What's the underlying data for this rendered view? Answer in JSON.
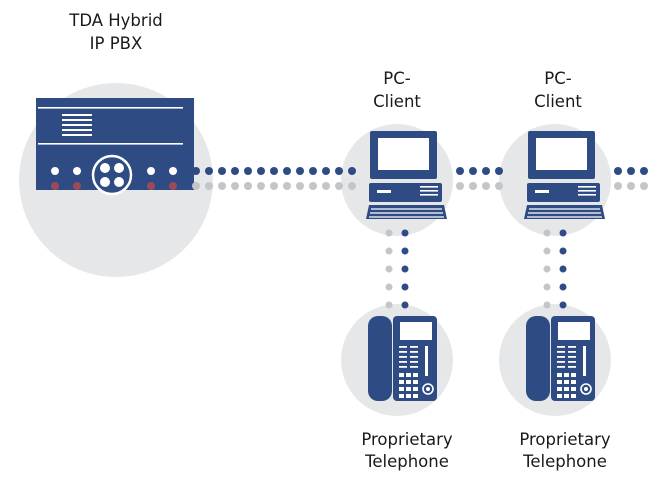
{
  "labels": {
    "pbx_line1": "TDA Hybrid",
    "pbx_line2": "IP PBX",
    "pc1_line1": "PC-",
    "pc1_line2": "Client",
    "pc2_line1": "PC-",
    "pc2_line2": "Client",
    "phone1_line1": "Proprietary",
    "phone1_line2": "Telephone",
    "phone2_line1": "Proprietary",
    "phone2_line2": "Telephone"
  },
  "colors": {
    "circle": "#e6e7e8",
    "device": "#2f4b84",
    "dot_blue": "#2f4b84",
    "dot_gray": "#c3c5c8",
    "indicator_red": "#9c4a5a"
  }
}
